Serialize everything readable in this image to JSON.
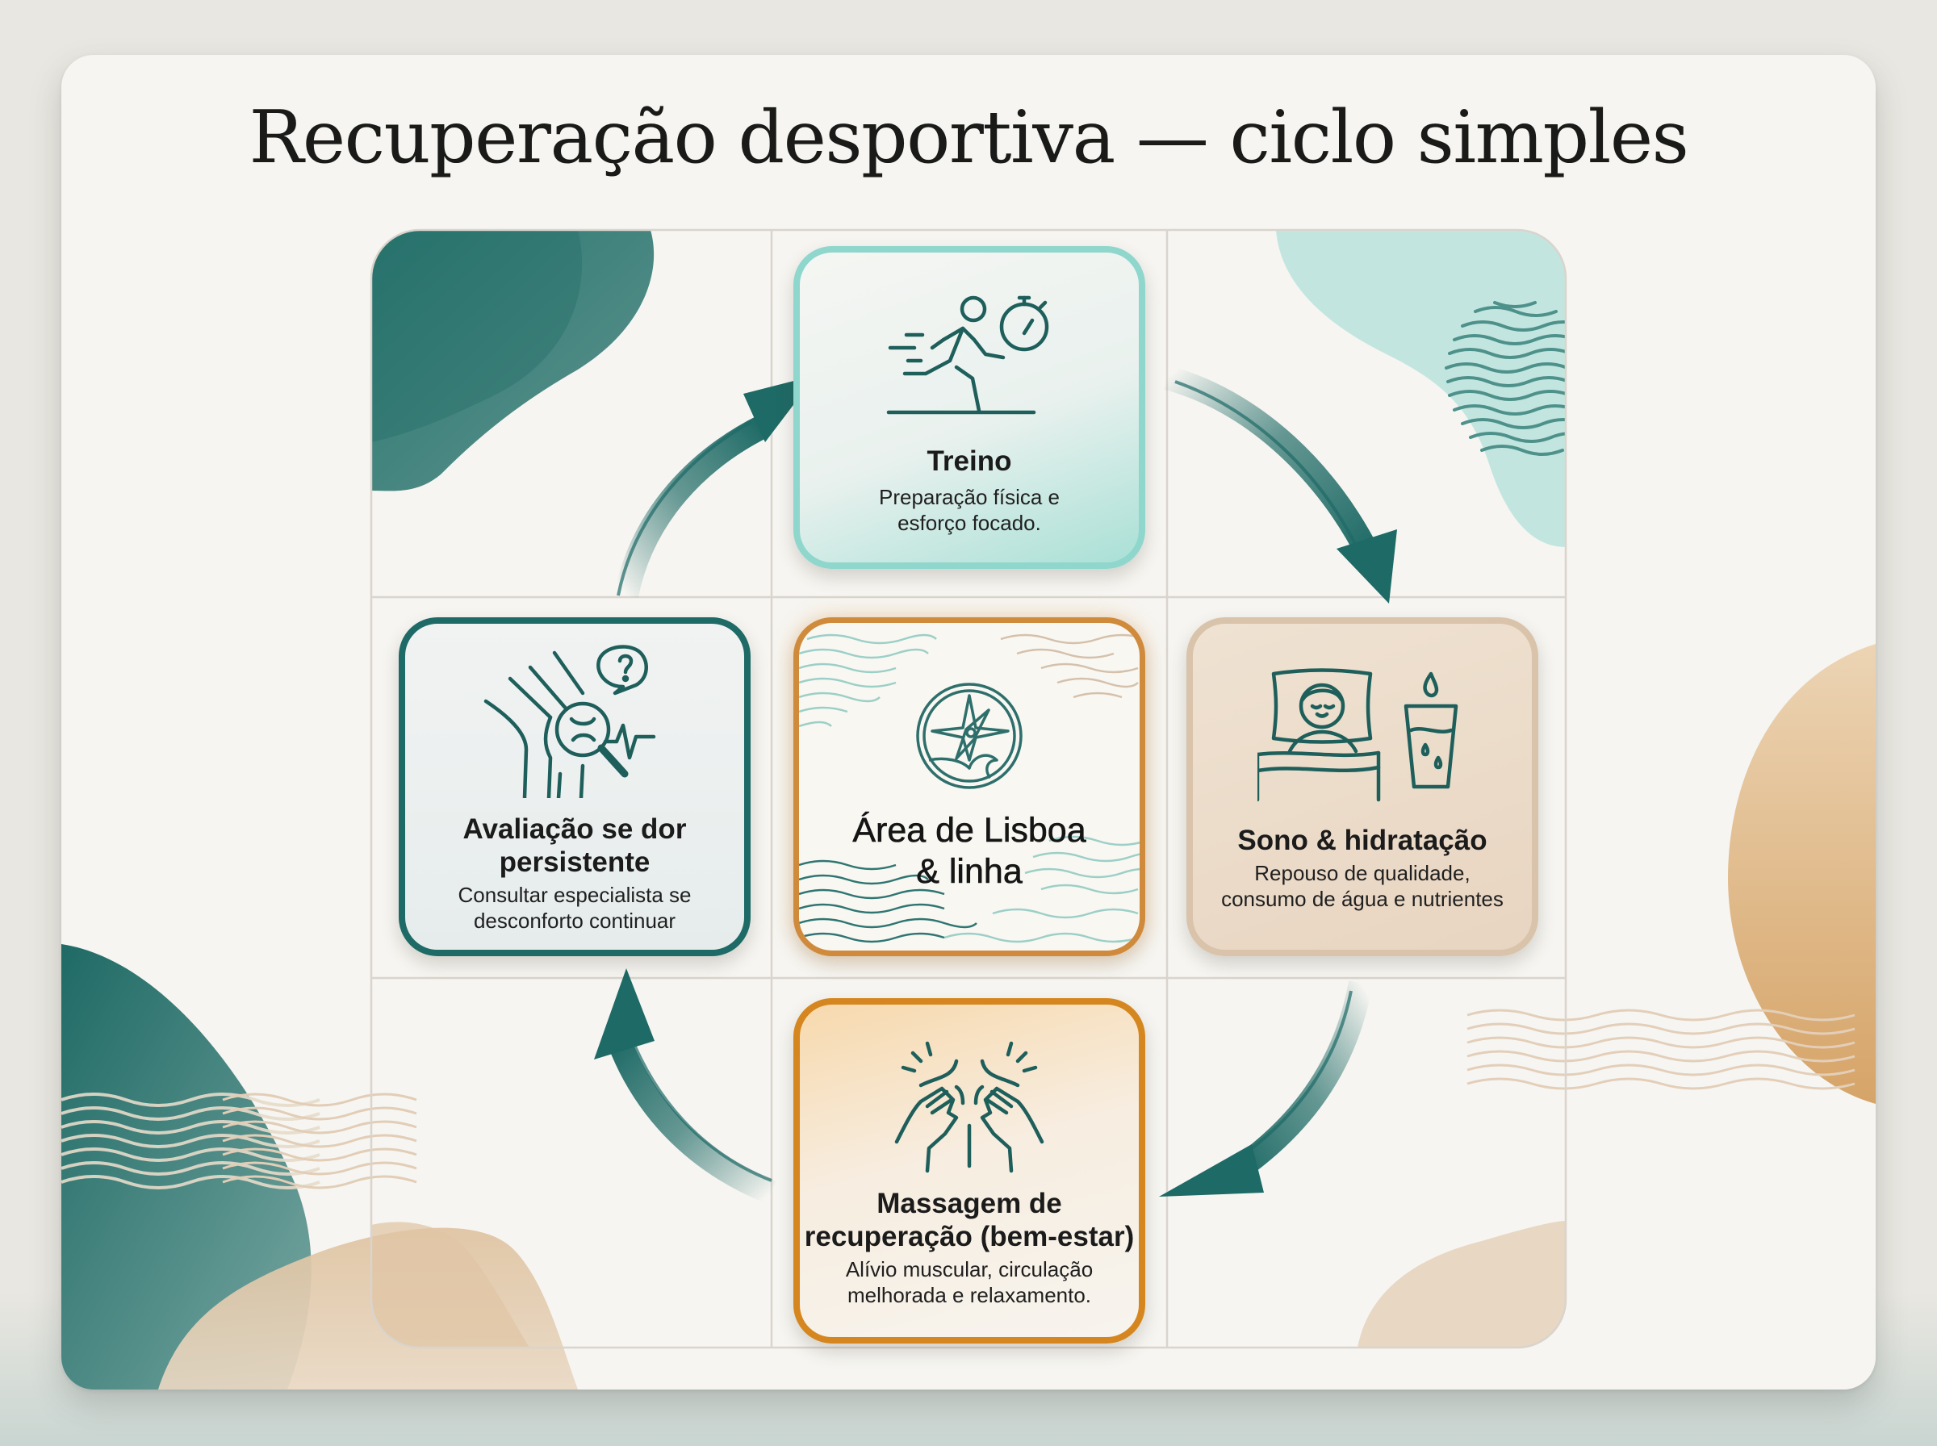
{
  "title": "Recuperação desportiva — ciclo simples",
  "colors": {
    "teal_dark": "#1e6a66",
    "teal_light": "#8fd6cc",
    "sand": "#d9c3aa",
    "orange": "#d5861f",
    "background": "#f6f5f1"
  },
  "center": {
    "label": "Área de Lisboa & linha",
    "line1": "Área de Lisboa",
    "line2": "& linha",
    "icon": "compass-wave-icon"
  },
  "steps": [
    {
      "id": "treino",
      "title": "Treino",
      "description_lines": [
        "Preparação física e",
        "esforço focado."
      ],
      "icon": "runner-stopwatch-icon",
      "position": "top"
    },
    {
      "id": "sono",
      "title": "Sono & hidratação",
      "description_lines": [
        "Repouso de qualidade,",
        "consumo de água e nutrientes"
      ],
      "icon": "sleep-water-glass-icon",
      "position": "right"
    },
    {
      "id": "massagem",
      "title_lines": [
        "Massagem de",
        "recuperação (bem-estar)"
      ],
      "description_lines": [
        "Alívio muscular, circulação",
        "melhorada e relaxamento."
      ],
      "icon": "massage-hands-icon",
      "position": "bottom"
    },
    {
      "id": "avaliacao",
      "title_lines": [
        "Avaliação se dor",
        "persistente"
      ],
      "description_lines": [
        "Consultar especialista se",
        "desconforto continuar"
      ],
      "icon": "knee-magnifier-question-icon",
      "position": "left"
    }
  ],
  "flow": [
    "Treino",
    "Sono & hidratação",
    "Massagem de recuperação (bem-estar)",
    "Avaliação se dor persistente",
    "Treino"
  ],
  "arrows": [
    {
      "from": "treino",
      "to": "sono",
      "direction": "clockwise"
    },
    {
      "from": "sono",
      "to": "massagem",
      "direction": "clockwise"
    },
    {
      "from": "massagem",
      "to": "avaliacao",
      "direction": "clockwise"
    },
    {
      "from": "avaliacao",
      "to": "treino",
      "direction": "clockwise"
    }
  ]
}
